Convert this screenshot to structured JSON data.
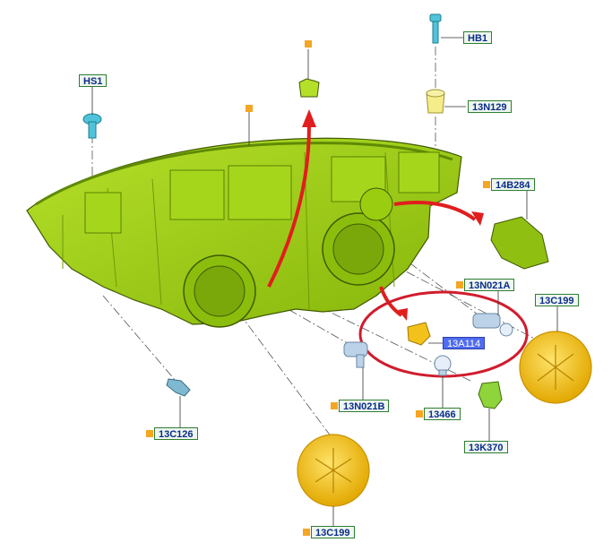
{
  "labels": {
    "hb1": "HB1",
    "hs1": "HS1",
    "n13n129": "13N129",
    "n14b284": "14B284",
    "n13n021a": "13N021A",
    "n13c199_right": "13C199",
    "n13a114": "13A114",
    "n13n021b": "13N021B",
    "n13466": "13466",
    "n13c126": "13C126",
    "n13k370": "13K370",
    "n13c199_bottom": "13C199"
  },
  "colors": {
    "housing": "#9acd0f",
    "housing_dark": "#6f9a08",
    "housing_edge": "#3f5a02",
    "lens": "#f2c21b",
    "lens_edge": "#c89200",
    "fastener": "#4fc3d9",
    "bulb": "#bcd2e8",
    "arrow": "#e01e1e",
    "ring": "#d01c2c",
    "callout_border": "#2e7d32",
    "callout_text": "#0a2c8c",
    "highlight": "#4f6cf2",
    "marker": "#f5a623"
  }
}
